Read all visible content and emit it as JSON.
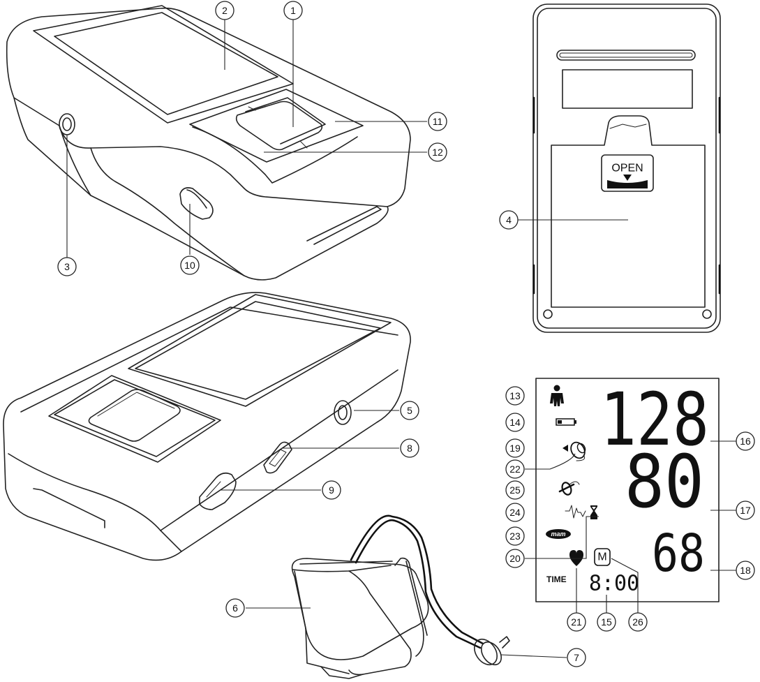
{
  "callouts": [
    "1",
    "2",
    "3",
    "4",
    "5",
    "6",
    "7",
    "8",
    "9",
    "10",
    "11",
    "12",
    "13",
    "14",
    "15",
    "16",
    "17",
    "18",
    "19",
    "20",
    "21",
    "22",
    "23",
    "24",
    "25",
    "26"
  ],
  "back_panel": {
    "open_label": "OPEN"
  },
  "display": {
    "systolic": "128",
    "diastolic": "80",
    "pulse": "68",
    "time_label": "TIME",
    "time_value": "8:00",
    "memory_label": "M",
    "brand_label": "mam"
  }
}
